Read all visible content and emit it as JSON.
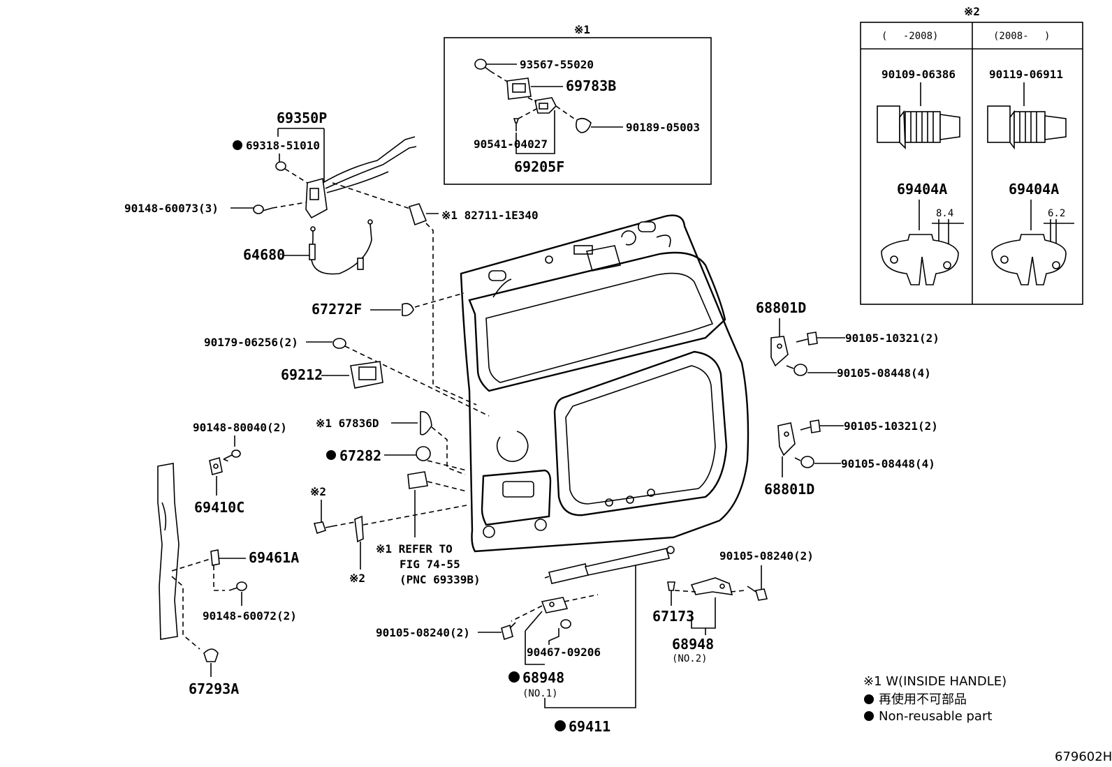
{
  "diagram": {
    "inset1": {
      "marker": "※1",
      "parts": {
        "p93567": "93567-55020",
        "p69783b": "69783B",
        "p90189": "90189-05003",
        "p90541": "90541-04027",
        "p69205f": "69205F"
      }
    },
    "inset2": {
      "marker": "※2",
      "col_left_header": "(　 -2008)",
      "col_right_header": "(2008-　 )",
      "col_left_bolt": "90109-06386",
      "col_right_bolt": "90119-06911",
      "col_left_bracket": "69404A",
      "col_right_bracket": "69404A",
      "col_left_dim": "8.4",
      "col_right_dim": "6.2"
    },
    "labels": {
      "p69350p": "69350P",
      "p69318": "69318-51010",
      "p90148_60073": "90148-60073(3)",
      "p82711": "※1 82711-1E340",
      "p64680": "64680",
      "p67272f": "67272F",
      "p90179": "90179-06256(2)",
      "p69212": "69212",
      "p90148_80040": "90148-80040(2)",
      "p67836d": "※1 67836D",
      "p67282": "67282",
      "p69410c": "69410C",
      "p_mark2_a": "※2",
      "p69461a": "69461A",
      "p_mark2_b": "※2",
      "p90148_60072": "90148-60072(2)",
      "p67293a": "67293A",
      "refer_1": "※1 REFER TO",
      "refer_2": "FIG 74-55",
      "refer_3": "(PNC 69339B)",
      "p68801d_top": "68801D",
      "p90105_10321_top": "90105-10321(2)",
      "p90105_08448_top": "90105-08448(4)",
      "p90105_10321_bot": "90105-10321(2)",
      "p90105_08448_bot": "90105-08448(4)",
      "p68801d_bot": "68801D",
      "p90105_08240_r": "90105-08240(2)",
      "p67173": "67173",
      "p68948_no2": "68948",
      "p68948_no2_sub": "(NO.2)",
      "p90105_08240_l": "90105-08240(2)",
      "p90467": "90467-09206",
      "p68948_no1": "68948",
      "p68948_no1_sub": "(NO.1)",
      "p69411": "69411"
    },
    "legend": {
      "line1": "※1 W(INSIDE HANDLE)",
      "line2": "再使用不可部品",
      "line3": "Non-reusable part"
    },
    "figure_code": "679602H"
  }
}
